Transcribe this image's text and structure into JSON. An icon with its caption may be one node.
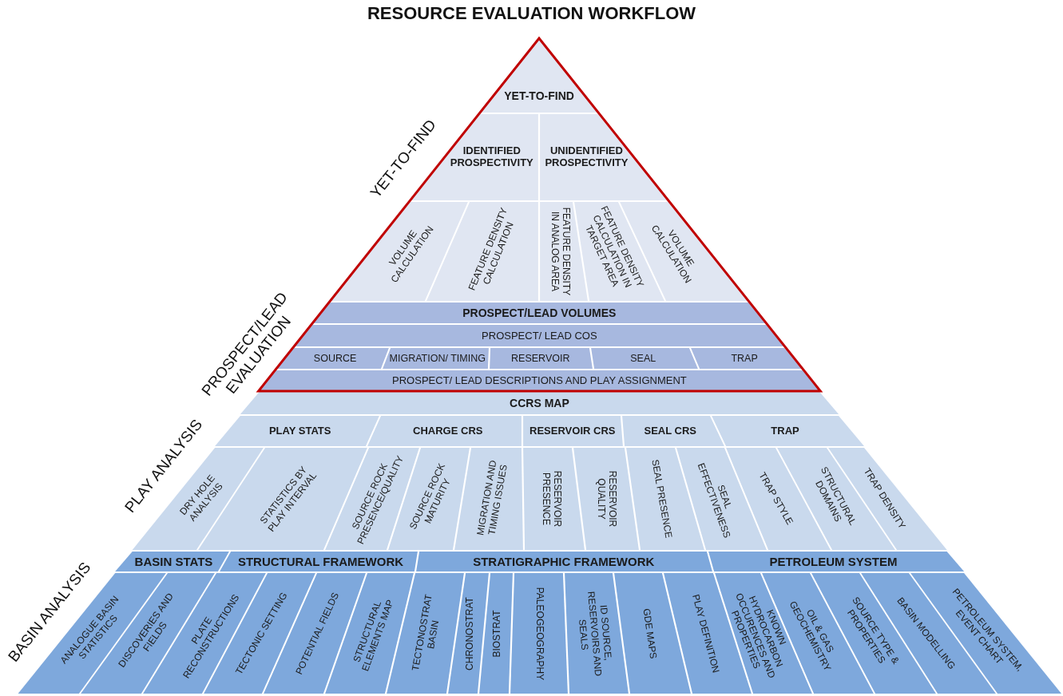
{
  "diagram": {
    "title": "RESOURCE EVALUATION WORKFLOW",
    "nodes": [
      {
        "text": [
          "YET-TO-FIND"
        ]
      },
      {
        "text": [
          "IDENTIFIED PROSPECTIVITY"
        ]
      },
      {
        "text": [
          "UNIDENTIFIED PROSPECTIVITY"
        ]
      },
      {
        "text": [
          "VOLUME CALCULATION"
        ]
      },
      {
        "text": [
          "FEATURE DENSITY CALCULATION"
        ]
      },
      {
        "text": [
          "FEATURE DENSITY IN ANALOG AREA"
        ]
      },
      {
        "text": [
          "FEATURE DENSITY CALCULATION IN TARGET AREA"
        ]
      },
      {
        "text": [
          "VOLUME CALCULATION"
        ]
      },
      {
        "text": [
          "PROSPECT/LEAD VOLUMES"
        ]
      },
      {
        "text": [
          "PROSPECT/ LEAD COS"
        ]
      },
      {
        "text": [
          "SOURCE"
        ]
      },
      {
        "text": [
          "MIGRATION/ TIMING"
        ]
      },
      {
        "text": [
          "RESERVOIR"
        ]
      },
      {
        "text": [
          "SEAL"
        ]
      },
      {
        "text": [
          "TRAP"
        ]
      },
      {
        "text": [
          "PROSPECT/ LEAD DESCRIPTIONS AND PLAY ASSIGNMENT"
        ]
      },
      {
        "text": [
          "CCRS MAP"
        ]
      },
      {
        "text": [
          "PLAY STATS"
        ]
      },
      {
        "text": [
          "CHARGE CRS"
        ]
      },
      {
        "text": [
          "RESERVOIR CRS"
        ]
      },
      {
        "text": [
          "SEAL CRS"
        ]
      },
      {
        "text": [
          "TRAP"
        ]
      },
      {
        "text": [
          "DRY HOLE ANALYSIS"
        ]
      },
      {
        "text": [
          "STATISTICS BY PLAY INTERVAL"
        ]
      },
      {
        "text": [
          "SOURCE ROCK PRESENCE/QUALITY"
        ]
      },
      {
        "text": [
          "SOURCE ROCK MATURITY"
        ]
      },
      {
        "text": [
          "MIGRATION AND TIMING ISSUES"
        ]
      },
      {
        "text": [
          "RESERVOIR PRESENCE"
        ]
      },
      {
        "text": [
          "RESERVOIR QUALITY"
        ]
      },
      {
        "text": [
          "SEAL PRESENCE"
        ]
      },
      {
        "text": [
          "SEAL EFFECTIVENESS"
        ]
      },
      {
        "text": [
          "TRAP STYLE"
        ]
      },
      {
        "text": [
          "STRUCTURAL DOMAINS"
        ]
      },
      {
        "text": [
          "TRAP DENSITY"
        ]
      },
      {
        "text": [
          "BASIN STATS"
        ]
      },
      {
        "text": [
          "STRUCTURAL FRAMEWORK"
        ]
      },
      {
        "text": [
          "STRATIGRAPHIC FRAMEWORK"
        ]
      },
      {
        "text": [
          "PETROLEUM SYSTEM"
        ]
      },
      {
        "text": [
          "ANALOGUE BASIN STATISTICS"
        ]
      },
      {
        "text": [
          "DISCOVERIES AND FIELDS"
        ]
      },
      {
        "text": [
          "PLATE RECONSTRUCTIONS"
        ]
      },
      {
        "text": [
          "TECTONIC SETTING"
        ]
      },
      {
        "text": [
          "POTENTIAL FIELDS"
        ]
      },
      {
        "text": [
          "STRUCTURAL ELEMENTS MAP"
        ]
      },
      {
        "text": [
          "TECTONOSTRAT BASIN"
        ]
      },
      {
        "text": [
          "CHRONOSTRAT"
        ]
      },
      {
        "text": [
          "BIOSTRAT"
        ]
      },
      {
        "text": [
          "PALEOGEOGRAPHY"
        ]
      },
      {
        "text": [
          "ID SOURCE, RESERVOIRS AND SEALS"
        ]
      },
      {
        "text": [
          "GDE MAPS"
        ]
      },
      {
        "text": [
          "PLAY DEFINITION"
        ]
      },
      {
        "text": [
          "KNOWN HYDROCARBON OCCURENCES AND PROPERTIES"
        ]
      },
      {
        "text": [
          "OIL & GAS GEOCHEMISTRY"
        ]
      },
      {
        "text": [
          "SOURCE TYPE & PROPERTIES"
        ]
      },
      {
        "text": [
          "BASIN MODELLING"
        ]
      },
      {
        "text": [
          "PETROLEUM SYSTEM, EVENT CHART"
        ]
      }
    ],
    "labels": [
      "YET-TO-FIND",
      "PROSPECT/LEAD EVALUATION",
      "PLAY ANALYSIS",
      "BASIN ANALYSIS"
    ]
  }
}
